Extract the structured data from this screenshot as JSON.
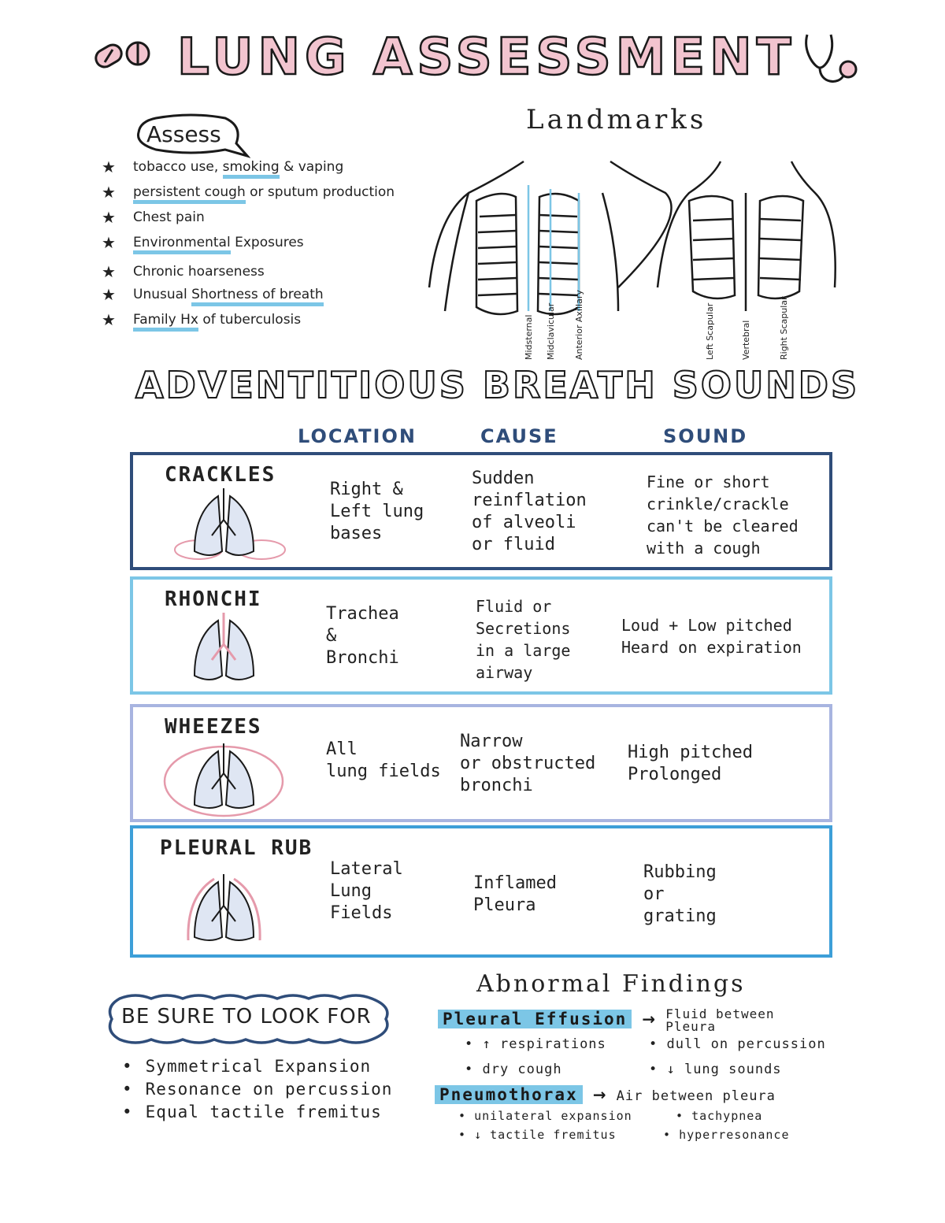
{
  "title": "LUNG ASSESSMENT",
  "assess": {
    "heading": "Assess",
    "items": [
      {
        "pre": "tobacco use, ",
        "hl": "smoking",
        "post": " & vaping"
      },
      {
        "pre": "",
        "hl": "persistent cough",
        "post": " or sputum production"
      },
      {
        "pre": "Chest pain",
        "hl": "",
        "post": ""
      },
      {
        "pre": "",
        "hl": "Environmental",
        "post": " Exposures"
      },
      {
        "pre": "Chronic hoarseness",
        "hl": "",
        "post": ""
      },
      {
        "pre": "Unusual ",
        "hl": "Shortness of breath",
        "post": ""
      },
      {
        "pre": "",
        "hl": "Family Hx",
        "post": " of tuberculosis"
      }
    ]
  },
  "landmarks": {
    "title": "Landmarks",
    "anterior_lines": [
      "Midsternal",
      "Midclavicular",
      "Anterior Axillary"
    ],
    "posterior_lines": [
      "Left Scapular",
      "Vertebral",
      "Right Scapular"
    ]
  },
  "adventitious": {
    "title": "ADVENTITIOUS BREATH SOUNDS",
    "headers": {
      "location": "LOCATION",
      "cause": "CAUSE",
      "sound": "SOUND"
    },
    "rows": [
      {
        "name": "CRACKLES",
        "location": "Right &\nLeft lung\nbases",
        "cause": "Sudden\nreinflation\nof alveoli\nor fluid",
        "sound": "Fine or short\ncrinkle/crackle\ncan't be cleared\nwith a cough",
        "border": "#2f4d7a"
      },
      {
        "name": "RHONCHI",
        "location": "Trachea\n&\nBronchi",
        "cause": "Fluid or\nSecretions\nin a large\nairway",
        "sound": "Loud + Low pitched\nHeard on expiration",
        "border": "#7cc6e6"
      },
      {
        "name": "WHEEZES",
        "location": "All\nlung fields",
        "cause": "Narrow\nor obstructed\nbronchi",
        "sound": "High pitched\nProlonged",
        "border": "#a8b4e0"
      },
      {
        "name": "PLEURAL RUB",
        "location": "Lateral\nLung\nFields",
        "cause": "Inflamed\nPleura",
        "sound": "Rubbing\nor\ngrating",
        "border": "#3d9fd8"
      }
    ]
  },
  "be_sure": {
    "heading": "BE SURE TO LOOK FOR",
    "items": [
      "Symmetrical Expansion",
      "Resonance on percussion",
      "Equal tactile fremitus"
    ]
  },
  "abnormal": {
    "title": "Abnormal Findings",
    "conditions": [
      {
        "name": "Pleural Effusion",
        "arrow": "→",
        "definition": "Fluid between Pleura",
        "findings": [
          "↑ respirations",
          "dull on percussion",
          "dry cough",
          "↓ lung sounds"
        ]
      },
      {
        "name": "Pneumothorax",
        "arrow": "→",
        "definition": "Air between pleura",
        "findings": [
          "unilateral expansion",
          "tachypnea",
          "↓ tactile fremitus",
          "hyperresonance"
        ]
      }
    ]
  },
  "colors": {
    "pink": "#f2c4cf",
    "blue_highlight": "#7cc6e6",
    "navy": "#2f4d7a"
  },
  "icons": [
    "pill-icon",
    "stethoscope-icon",
    "star-icon",
    "lung-icon"
  ]
}
